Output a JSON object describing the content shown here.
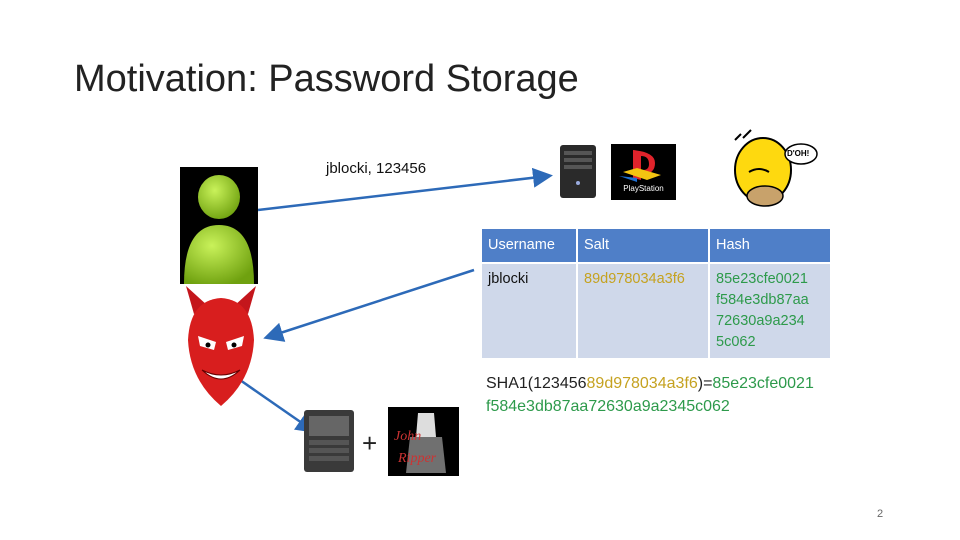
{
  "slide": {
    "title": "Motivation: Password Storage",
    "credentials": "jblocki, 123456",
    "page_number": "2",
    "plus": "+"
  },
  "table": {
    "headers": [
      "Username",
      "Salt",
      "Hash"
    ],
    "row": {
      "username": "jblocki",
      "salt": "89d978034a3f6",
      "hash_lines": [
        "85e23cfe0021",
        "f584e3db87aa",
        "72630a9a234",
        "5c062"
      ]
    }
  },
  "formula": {
    "prefix": "SHA1(123456",
    "salt": "89d978034a3f6",
    "middle": ")=",
    "hash": "85e23cfe0021f584e3db87aa72630a9a2345c062"
  },
  "images": {
    "playstation_text": "PlayStation",
    "doh_text": "D'OH!",
    "john_text": "John",
    "ripper_text": "Ripper"
  },
  "colors": {
    "arrow": "#2d6ab8",
    "header": "#4f7fc8",
    "cell": "#cfd8ea",
    "salt": "#c5a220",
    "hash": "#2d9a4b"
  }
}
